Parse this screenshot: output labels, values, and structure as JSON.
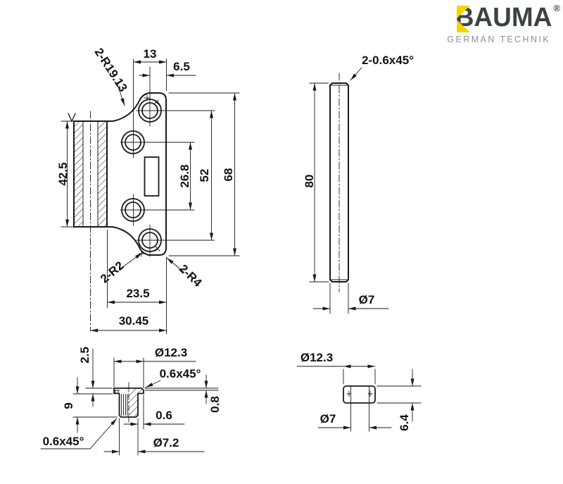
{
  "logo": {
    "brand": "BAUMA",
    "registered_mark": "®",
    "tagline": "GERMAN TECHNIK",
    "colors": {
      "brand_dark": "#3c4442",
      "brand_yellow": "#f2d402",
      "tagline_gray": "#8c9092"
    }
  },
  "drawing": {
    "line_color": "#1a1a1a",
    "background": "#ffffff",
    "views": {
      "plate_front": {
        "labels": {
          "radius_top": "2-R19.13",
          "radius_r2": "2-R2",
          "radius_r4": "2-R4"
        },
        "dims": {
          "d13": "13",
          "d6_5": "6.5",
          "d42_5": "42.5",
          "d26_8": "26.8",
          "d52": "52",
          "d68": "68",
          "d23_5": "23.5",
          "d30_45": "30.45"
        }
      },
      "pin_side": {
        "labels": {
          "chamfer": "2-0.6x45°"
        },
        "dims": {
          "length": "80",
          "diameter": "Ø7"
        }
      },
      "bushing_section": {
        "labels": {
          "chamfer_top": "0.6x45°",
          "chamfer_bottom": "0.6x45°"
        },
        "dims": {
          "flange_dia": "Ø12.3",
          "flange_h": "2.5",
          "body_h": "9",
          "lip": "0.8",
          "overhang": "0.6",
          "body_dia": "Ø7.2"
        }
      },
      "bushing_side": {
        "dims": {
          "outer_dia": "Ø12.3",
          "bore_dia": "Ø7",
          "height": "6.4"
        }
      }
    }
  }
}
